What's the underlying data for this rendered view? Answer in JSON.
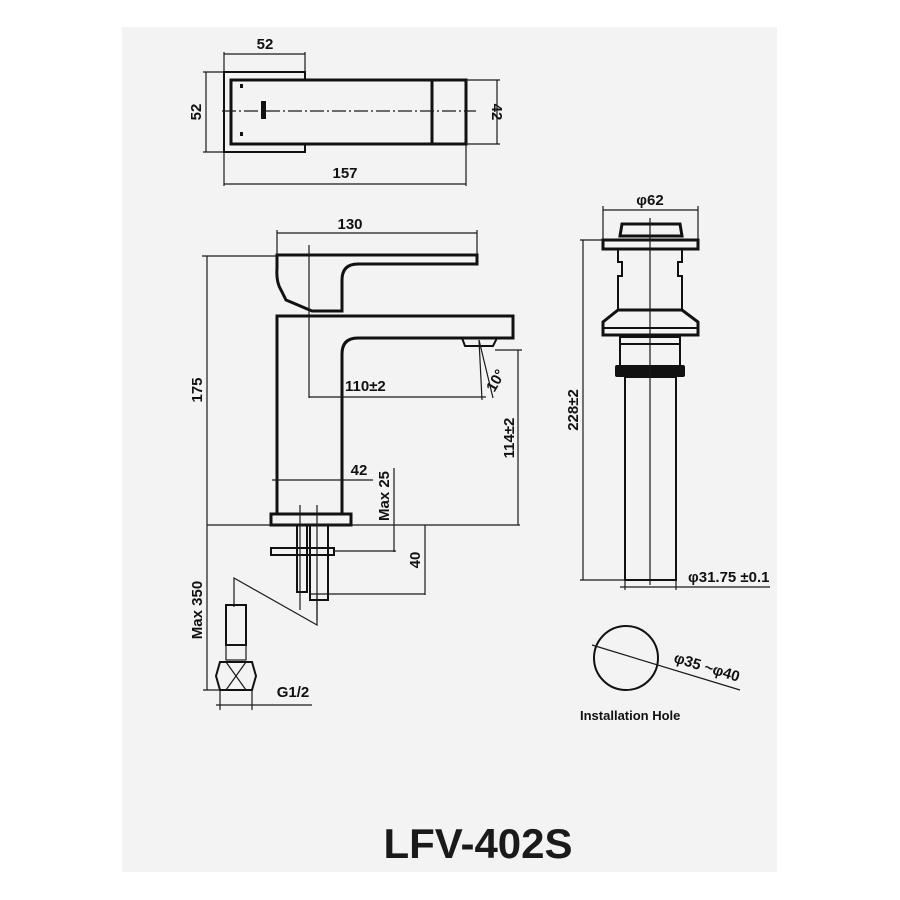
{
  "model": "LFV-402S",
  "top_view": {
    "plate_width": "52",
    "plate_height": "52",
    "spout_height": "42",
    "total_length": "157"
  },
  "side_view": {
    "handle_length": "130",
    "height": "175",
    "spout_reach": "110±2",
    "spout_angle": "10°",
    "spout_height": "114±2",
    "body_width": "42",
    "max_counter": "Max 25",
    "shank": "40",
    "hose_length": "Max 350",
    "thread": "G1/2"
  },
  "drain": {
    "cap_diameter": "φ62",
    "length": "228±2",
    "tube_diameter": "φ31.75 ±0.1",
    "hole_diameter": "φ35 ~φ40",
    "hole_label": "Installation Hole"
  }
}
